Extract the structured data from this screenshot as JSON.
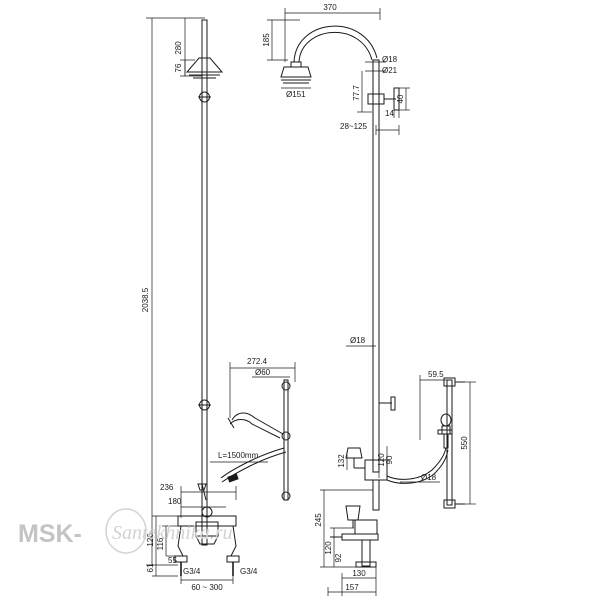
{
  "left_view": {
    "total_height": "2038.5",
    "head_drop": "280",
    "head_height": "76",
    "hand_arm": "272.4",
    "hand_diameter": "Ø60",
    "hose_length": "L=1500mm",
    "mixer_width": "236",
    "mixer_inner": "180",
    "spout_height": "126",
    "body_height": "116",
    "outlet_height": "55",
    "inlet_height": "61",
    "connection_left": "G3/4",
    "connection_right": "G3/4",
    "centers": "60 ~ 300"
  },
  "right_view": {
    "arm_reach": "370",
    "arm_height": "185",
    "pipe_diameter_top": "Ø18",
    "pipe_diameter_outer": "Ø21",
    "head_diameter": "Ø151",
    "head_offset": "77.7",
    "bracket_height": "40",
    "bracket_depth": "14",
    "bracket_range": "28~125",
    "pipe_diameter_mid": "Ø18",
    "rail_offset": "59.5",
    "rail_length": "550",
    "valve_height": "132",
    "valve_width_a": "120",
    "valve_width_b": "90",
    "hose_diameter": "Ø18",
    "mixer_height": "245",
    "mixer_offset": "120",
    "mixer_base": "92",
    "base_depth": "130",
    "base_width": "157"
  },
  "watermark": {
    "brand": "MSK-",
    "script": "Santekhnika.ru"
  }
}
